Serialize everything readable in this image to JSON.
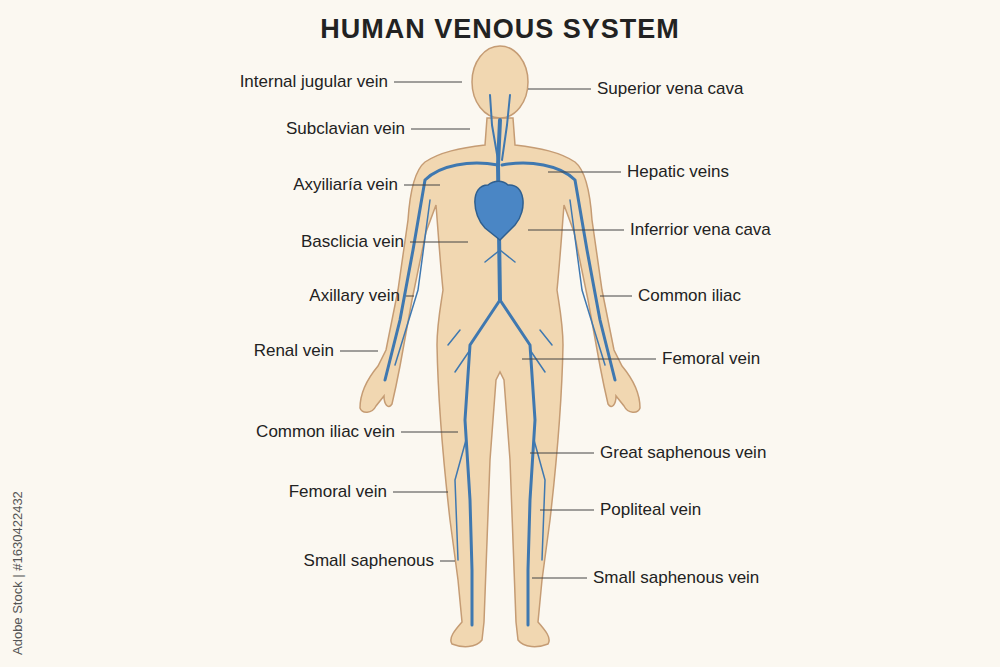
{
  "diagram": {
    "title": "HUMAN VENOUS SYSTEM",
    "labels": [
      "Internal jugular vein",
      "Subclavian vein",
      "Axyiliaría vein",
      "Basclicia vein",
      "Axillary vein",
      "Renal vein",
      "Common iliac vein",
      "Femoral vein",
      "Small saphenous",
      "Superior vena cava",
      "Hepatic veins",
      "Inferrior vena cava",
      "Common iliac",
      "Femoral vein",
      "Great saphenous vein",
      "Popliteal vein",
      "Small saphenous vein",
      "Adobe Stock | #1630422432"
    ]
  }
}
